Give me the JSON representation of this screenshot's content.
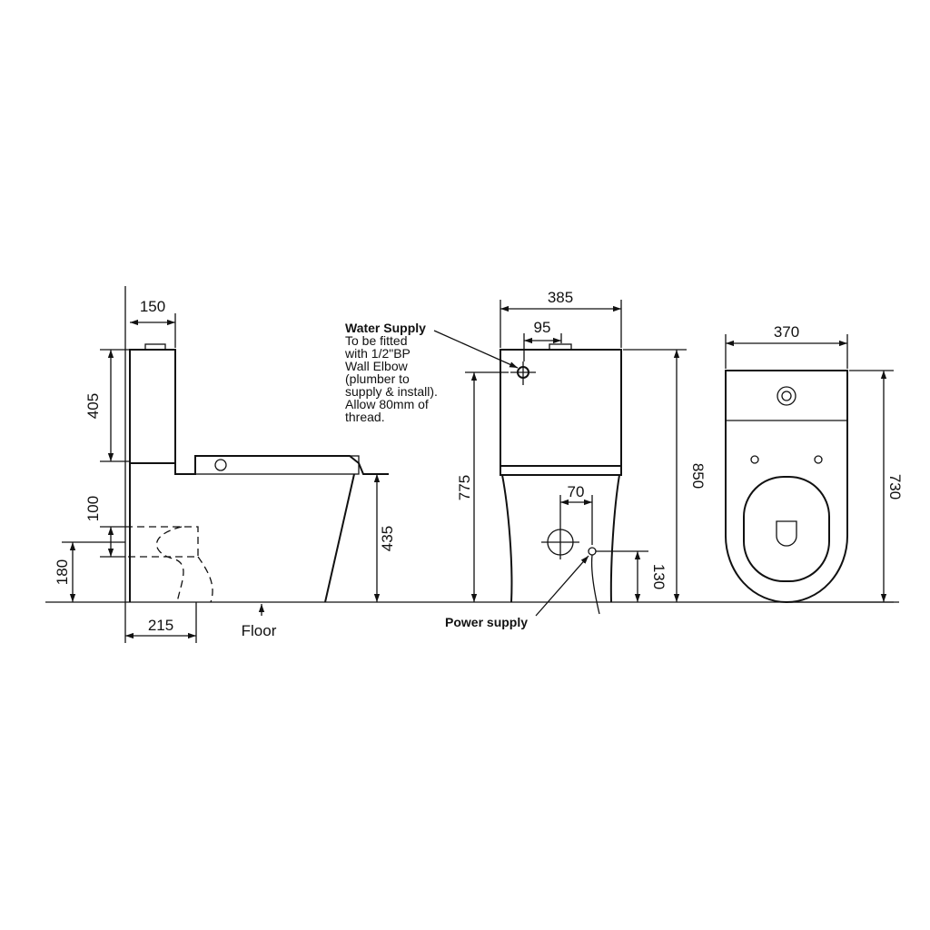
{
  "side_view": {
    "dims": {
      "cistern_depth": "150",
      "cistern_height": "405",
      "outlet_height": "100",
      "outlet_to_floor": "180",
      "outlet_setout": "215",
      "seat_height": "435"
    },
    "floor_label": "Floor"
  },
  "front_view": {
    "dims": {
      "overall_width": "385",
      "water_offset": "95",
      "water_height": "775",
      "power_offset": "70",
      "power_height": "130",
      "overall_height": "850"
    },
    "water_supply": {
      "title": "Water Supply",
      "lines": [
        "To be fitted",
        "with 1/2\"BP",
        "Wall Elbow",
        "(plumber to",
        "supply & install).",
        "Allow 80mm of",
        "thread."
      ]
    },
    "power_label": "Power supply"
  },
  "top_view": {
    "dims": {
      "width": "370",
      "depth": "730"
    }
  }
}
